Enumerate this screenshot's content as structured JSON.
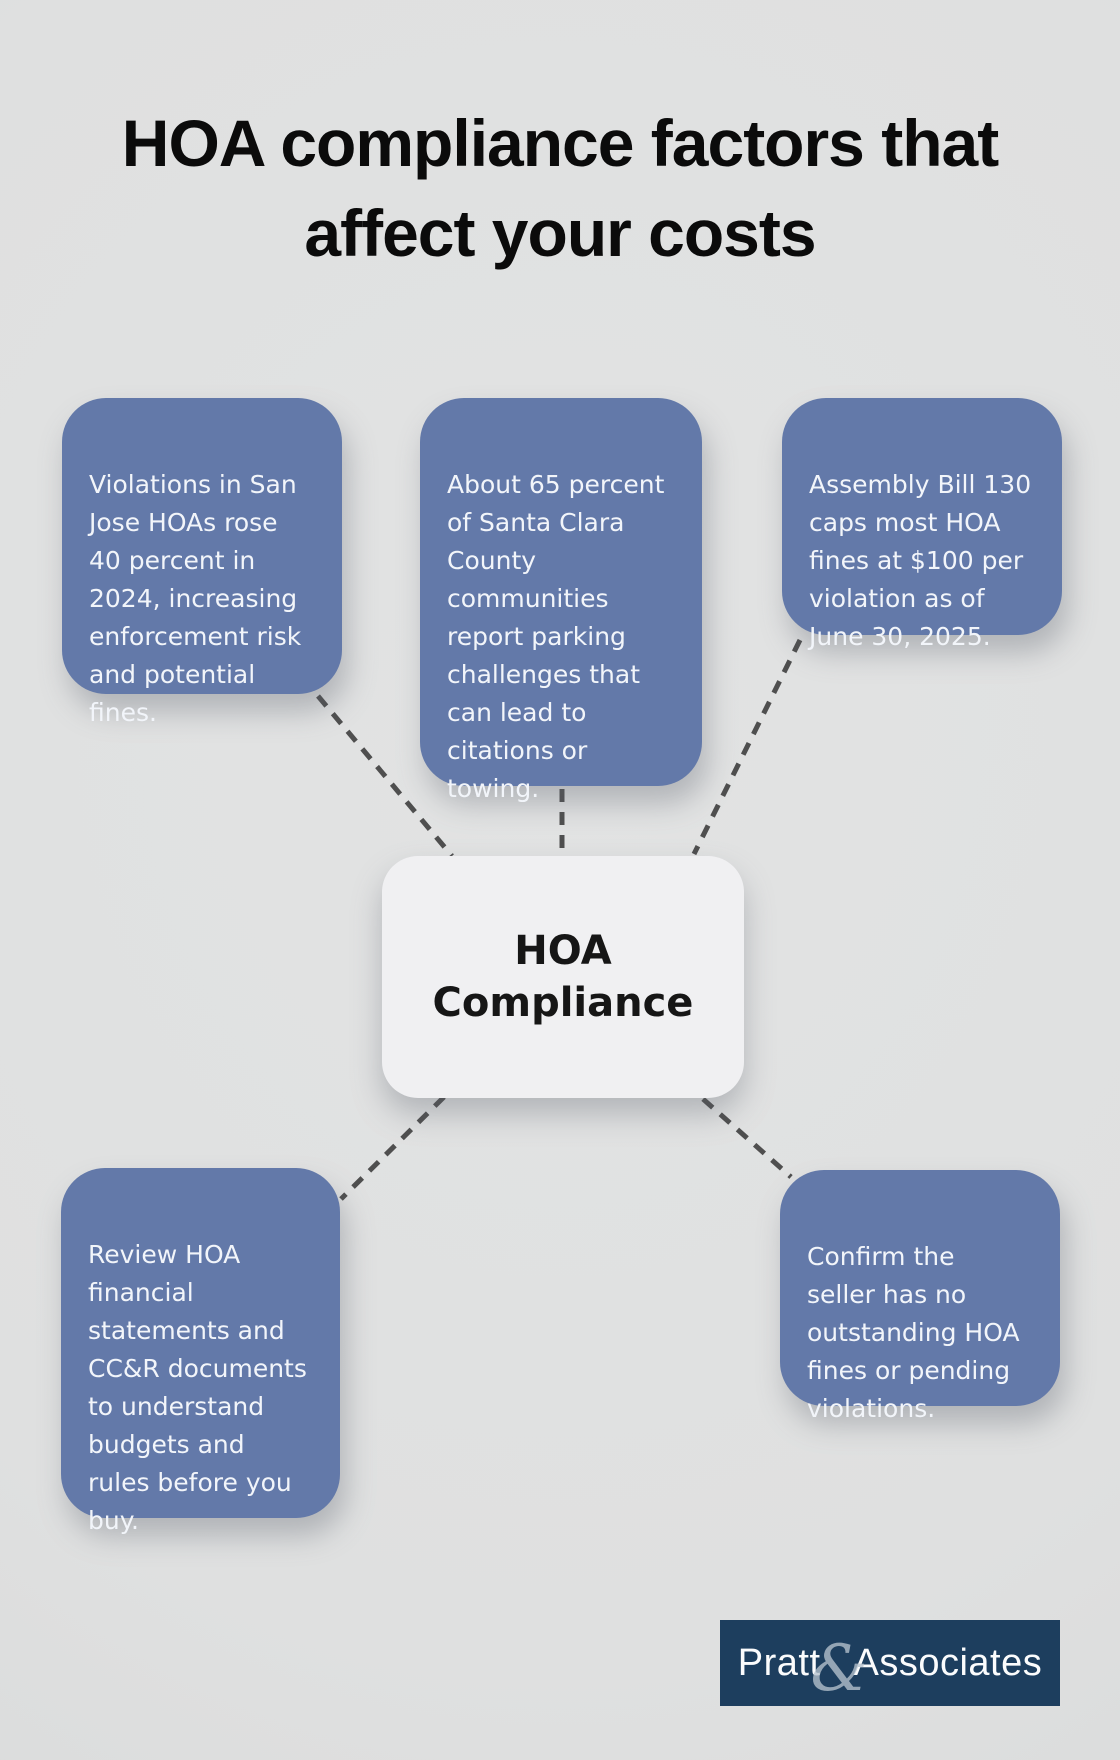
{
  "title": "HOA compliance factors that\naffect your costs",
  "center_node": {
    "label": "HOA\nCompliance"
  },
  "factors": [
    {
      "id": "violations-rise",
      "position": "top-left",
      "text": "Violations in San\nJose HOAs rose\n40 percent in\n2024, increasing\nenforcement risk\nand potential\nfines."
    },
    {
      "id": "parking-challenges",
      "position": "top-middle",
      "text": "About 65 percent\nof Santa Clara\nCounty\ncommunities\nreport parking\nchallenges that\ncan lead to\ncitations or\ntowing."
    },
    {
      "id": "assembly-bill-130",
      "position": "top-right",
      "text": "Assembly Bill 130\ncaps most HOA\nfines at $100 per\nviolation as of\nJune 30, 2025."
    },
    {
      "id": "review-documents",
      "position": "bottom-left",
      "text": "Review HOA\nfinancial\nstatements and\nCC&R documents\nto understand\nbudgets and\nrules before you\nbuy."
    },
    {
      "id": "confirm-seller",
      "position": "bottom-right",
      "text": "Confirm the\nseller has no\noutstanding HOA\nfines or pending\nviolations."
    }
  ],
  "footer": {
    "brand_part1": "Pratt",
    "brand_ampersand": "&",
    "brand_part2": "Associates"
  },
  "colors": {
    "background": "#dfe0e0",
    "factor_card": "#6379a9",
    "factor_text": "#f2f5fa",
    "center_card": "#f0f0f2",
    "center_text": "#161616",
    "title_text": "#0b0b0b",
    "connector": "#4f4f4f",
    "footer_bg": "#1d3e5e",
    "footer_text": "#fbfcfd"
  }
}
